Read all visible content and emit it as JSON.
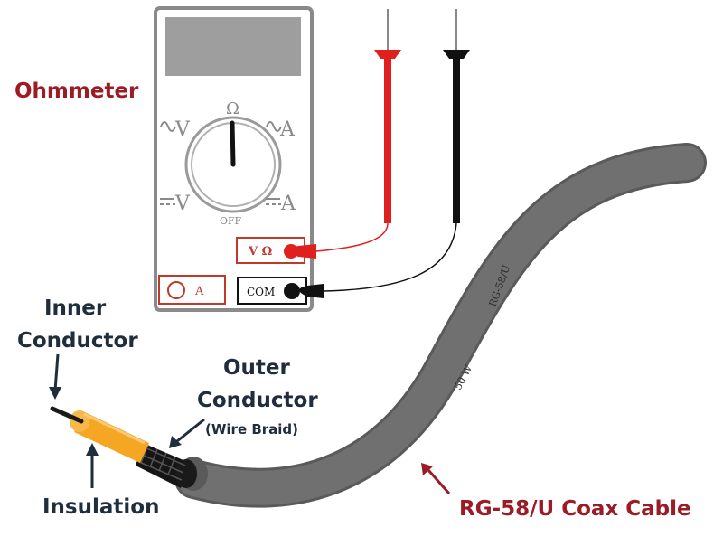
{
  "labels": {
    "ohmmeter": "Ohmmeter",
    "inner_line1": "Inner",
    "inner_line2": "Conductor",
    "outer_line1": "Outer",
    "outer_line2": "Conductor",
    "outer_sub": "(Wire Braid)",
    "insulation": "Insulation",
    "cable": "RG-58/U Coax Cable"
  },
  "meter": {
    "dial_ohm": "Ω",
    "dial_ac_v": "V",
    "dial_ac_a": "A",
    "dial_dc_v": "V",
    "dial_dc_a": "A",
    "dial_off": "OFF",
    "jack_vohm": "V Ω",
    "jack_a": "A",
    "jack_com": "COM"
  },
  "cable_print": {
    "text1": "RG-58/U",
    "text2": "50 W"
  },
  "colors": {
    "label_red": "#9b1c24",
    "label_dark": "#1f2d3d",
    "meter_gray": "#8a8a8a",
    "probe_red": "#e01f1f",
    "cable_gray": "#6b6b6b",
    "insulation_orange": "#f5a623"
  }
}
